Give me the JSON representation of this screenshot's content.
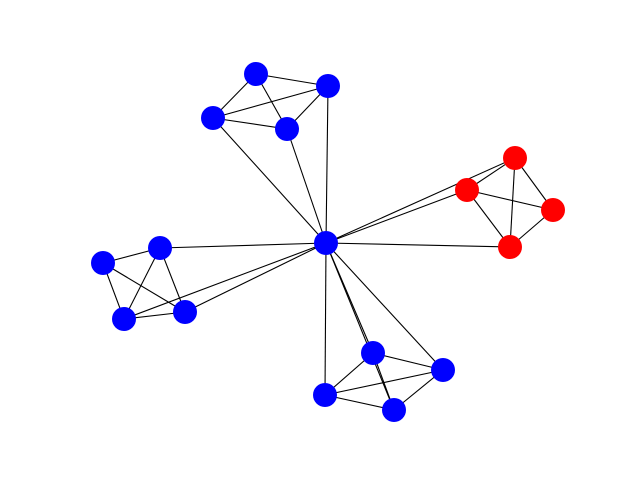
{
  "graph": {
    "colors": {
      "edge": "#000000",
      "group_default": "#0000ff",
      "group_highlight": "#ff0000",
      "background": "#ffffff"
    },
    "nodes": [
      {
        "id": "hub",
        "group": "default"
      },
      {
        "id": "n1",
        "group": "default"
      },
      {
        "id": "n2",
        "group": "default"
      },
      {
        "id": "n3",
        "group": "default"
      },
      {
        "id": "n4",
        "group": "default"
      },
      {
        "id": "n5",
        "group": "highlight"
      },
      {
        "id": "n6",
        "group": "highlight"
      },
      {
        "id": "n7",
        "group": "highlight"
      },
      {
        "id": "n8",
        "group": "highlight"
      },
      {
        "id": "n9",
        "group": "default"
      },
      {
        "id": "n10",
        "group": "default"
      },
      {
        "id": "n11",
        "group": "default"
      },
      {
        "id": "n12",
        "group": "default"
      },
      {
        "id": "n13",
        "group": "default"
      },
      {
        "id": "n14",
        "group": "default"
      },
      {
        "id": "n15",
        "group": "default"
      },
      {
        "id": "n16",
        "group": "default"
      }
    ],
    "edges": [
      [
        "n1",
        "n2"
      ],
      [
        "n1",
        "n3"
      ],
      [
        "n1",
        "n4"
      ],
      [
        "n2",
        "n3"
      ],
      [
        "n2",
        "n4"
      ],
      [
        "n3",
        "n4"
      ],
      [
        "hub",
        "n3"
      ],
      [
        "hub",
        "n2"
      ],
      [
        "hub",
        "n4"
      ],
      [
        "n5",
        "n6"
      ],
      [
        "n5",
        "n7"
      ],
      [
        "n5",
        "n8"
      ],
      [
        "n6",
        "n7"
      ],
      [
        "n6",
        "n8"
      ],
      [
        "n7",
        "n8"
      ],
      [
        "hub",
        "n5"
      ],
      [
        "hub",
        "n6"
      ],
      [
        "hub",
        "n8"
      ],
      [
        "n9",
        "n10"
      ],
      [
        "n9",
        "n11"
      ],
      [
        "n9",
        "n12"
      ],
      [
        "n10",
        "n11"
      ],
      [
        "n10",
        "n12"
      ],
      [
        "n11",
        "n12"
      ],
      [
        "hub",
        "n9"
      ],
      [
        "hub",
        "n11"
      ],
      [
        "hub",
        "n12"
      ],
      [
        "n13",
        "n14"
      ],
      [
        "n13",
        "n15"
      ],
      [
        "n13",
        "n16"
      ],
      [
        "n14",
        "n15"
      ],
      [
        "n14",
        "n16"
      ],
      [
        "n15",
        "n16"
      ],
      [
        "hub",
        "n13"
      ],
      [
        "hub",
        "n14"
      ],
      [
        "hub",
        "n15"
      ],
      [
        "hub",
        "n16"
      ]
    ]
  }
}
